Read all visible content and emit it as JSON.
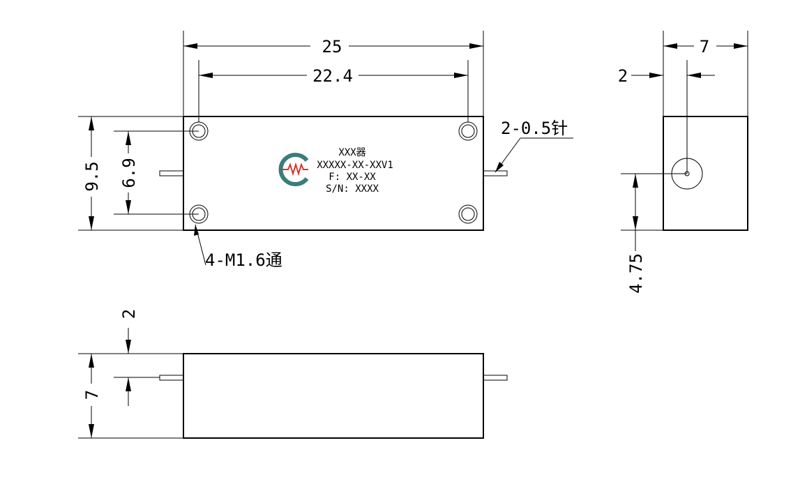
{
  "front_view": {
    "dim_overall_width": "25",
    "dim_hole_spacing_x": "22.4",
    "dim_overall_height": "9.5",
    "dim_hole_spacing_y": "6.9",
    "pin_note": "2-0.5针",
    "hole_note": "4-M1.6通",
    "label": {
      "line1": "XXX器",
      "line2": "XXXXX-XX-XXV1",
      "line3": "F: XX-XX",
      "line4": "S/N: XXXX"
    }
  },
  "side_view": {
    "dim_width": "7",
    "dim_pin_offset_x": "2",
    "dim_pin_height": "4.75"
  },
  "bottom_view": {
    "dim_height": "7",
    "dim_pin_offset": "2"
  },
  "colors": {
    "logo_teal": "#3a7d7b",
    "logo_red": "#d9342b"
  }
}
